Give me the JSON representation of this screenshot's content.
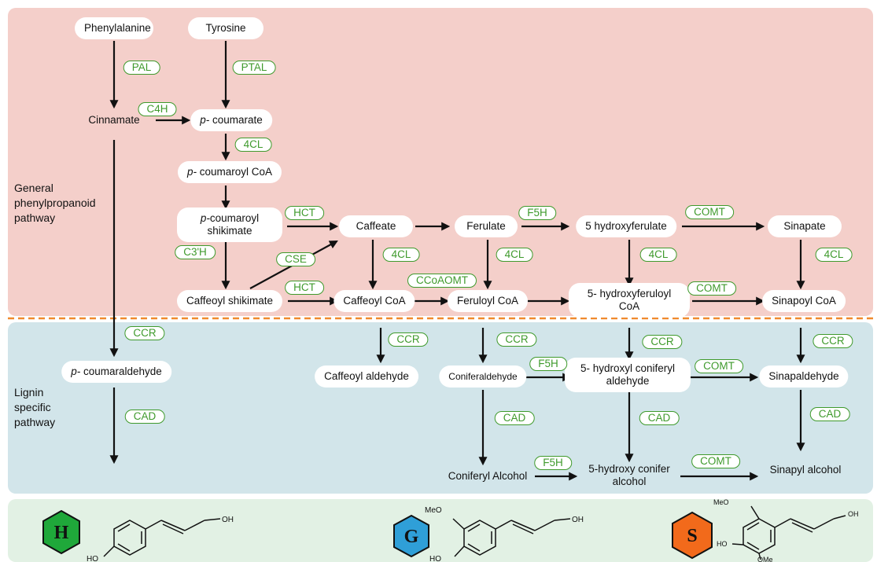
{
  "sections": {
    "general": [
      "General",
      "phenylpropanoid",
      "pathway"
    ],
    "lignin": [
      "Lignin",
      "specific",
      "pathway"
    ]
  },
  "nodes": {
    "phenylalanine": "Phenylalanine",
    "tyrosine": "Tyrosine",
    "cinnamate": "Cinnamate",
    "p_coumarate": [
      "p-",
      " coumarate"
    ],
    "p_coumaroyl_coa": [
      "p-",
      " coumaroyl CoA"
    ],
    "p_coumaroyl_shikimate": [
      "p-",
      "coumaroyl",
      "shikimate"
    ],
    "caffeate": "Caffeate",
    "ferulate": "Ferulate",
    "hydroxyferulate": "5 hydroxyferulate",
    "sinapate": "Sinapate",
    "caffeoyl_shikimate": "Caffeoyl shikimate",
    "caffeoyl_coa": "Caffeoyl CoA",
    "feruloyl_coa": "Feruloyl CoA",
    "hydroxyferuloyl_coa": [
      "5- hydroxyferuloyl",
      "CoA"
    ],
    "sinapoyl_coa": "Sinapoyl CoA",
    "p_coumaraldehyde": [
      "p-",
      " coumaraldehyde"
    ],
    "caffeoyl_aldehyde": "Caffeoyl aldehyde",
    "coniferaldehyde": "Coniferaldehyde",
    "hydroxy_coniferyl_aldehyde": [
      "5- hydroxyl coniferyl",
      "aldehyde"
    ],
    "sinapaldehyde": "Sinapaldehyde",
    "coniferyl_alcohol": "Coniferyl Alcohol",
    "hydroxy_conifer_alcohol": [
      "5-hydroxy conifer",
      "alcohol"
    ],
    "sinapyl_alcohol": "Sinapyl alcohol"
  },
  "enzymes": {
    "pal": "PAL",
    "ptal": "PTAL",
    "c4h": "C4H",
    "4cl_1": "4CL",
    "hct_1": "HCT",
    "c3h": "C3'H",
    "cse": "CSE",
    "hct_2": "HCT",
    "4cl_2": "4CL",
    "ccoaomt": "CCoAOMT",
    "f5h_1": "F5H",
    "4cl_3": "4CL",
    "comt_1": "COMT",
    "4cl_4": "4CL",
    "4cl_5": "4CL",
    "comt_2": "COMT",
    "ccr_1": "CCR",
    "cad_1": "CAD",
    "ccr_2": "CCR",
    "ccr_3": "CCR",
    "f5h_2": "F5H",
    "ccr_4": "CCR",
    "comt_3": "COMT",
    "ccr_5": "CCR",
    "cad_2": "CAD",
    "cad_3": "CAD",
    "cad_4": "CAD",
    "f5h_3": "F5H",
    "comt_4": "COMT"
  },
  "monomers": {
    "h": {
      "letter": "H",
      "color": "#1fa83a",
      "oh": "OH",
      "ho": "HO"
    },
    "g": {
      "letter": "G",
      "color": "#2f9fd8",
      "meo": "MeO",
      "oh": "OH",
      "ho": "HO"
    },
    "s": {
      "letter": "S",
      "color": "#f26a1b",
      "meo_top": "MeO",
      "meo_bottom": "OMe",
      "oh": "OH",
      "ho": "HO"
    }
  },
  "colors": {
    "enzyme": "#3f9a2c",
    "general_bg": "#f4cfca",
    "lignin_bg": "#d2e5ea",
    "monomer_bg": "#e2f1e4",
    "divider": "#f08a2e"
  }
}
